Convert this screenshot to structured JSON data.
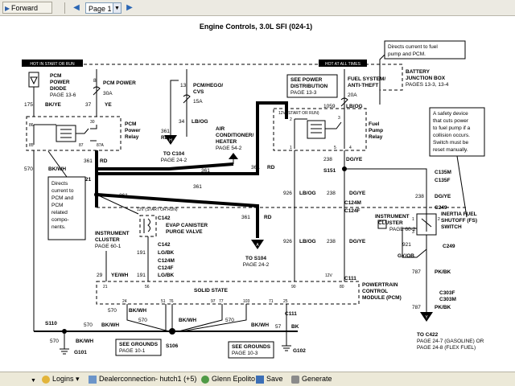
{
  "toolbar": {
    "forward_label": "Forward",
    "page_value": "Page 1"
  },
  "diagram": {
    "title": "Engine Controls, 3.0L SFI (024-1)",
    "hot_run": "HOT IN START OR RUN",
    "hot_all": "HOT AT ALL TIMES",
    "pcm_diode": [
      "PCM",
      "POWER",
      "DIODE",
      "PAGE 13-6"
    ],
    "pcm_power": "PCM POWER",
    "a30": "30A",
    "pcm_hego": [
      "PCM/HEGO/",
      "CVS"
    ],
    "a15": "15A",
    "see_power": [
      "SEE POWER",
      "DISTRIBUTION",
      "PAGE 13-3"
    ],
    "fuel_system": [
      "FUEL SYSTEM/",
      "ANTI-THEFT"
    ],
    "a20": "20A",
    "bjb": [
      "BATTERY",
      "JUNCTION BOX",
      "PAGES 13-3, 13-4"
    ],
    "callout_fuel": [
      "Directs current to fuel",
      "pump and PCM."
    ],
    "callout_safety": [
      "A safety device",
      "that cuts power",
      "to fuel pump if a",
      "collision occurs.",
      "Switch must be",
      "reset manually."
    ],
    "callout_pcm": [
      "Directs",
      "current to",
      "PCM and",
      "PCM",
      "related",
      "compo-",
      "nents."
    ],
    "pcm_relay": [
      "PCM",
      "Power",
      "Relay"
    ],
    "fuel_relay": [
      "Fuel",
      "Pump",
      "Relay"
    ],
    "start_run": "12V (START OR RUN)",
    "ac": [
      "AIR",
      "CONDITIONER/",
      "HEATER",
      "PAGE 54-2"
    ],
    "to_c104": [
      "TO C104",
      "PAGE 24-2"
    ],
    "to_s104": [
      "TO S104",
      "PAGE 24-2"
    ],
    "to_c422": [
      "TO C422",
      "PAGE 24-7 (GASOLINE) OR",
      "PAGE 24-8 (FLEX FUEL)"
    ],
    "evap": [
      "EVAP CANISTER",
      "PURGE VALVE"
    ],
    "ic1": [
      "INSTRUMENT",
      "CLUSTER",
      "PAGE 60-1"
    ],
    "ic2": [
      "INSTRUMENT",
      "CLUSTER",
      "PAGE 60-2"
    ],
    "inertia": [
      "INERTIA FUEL",
      "SHUTOFF (FS)",
      "SWITCH"
    ],
    "pcm_label": [
      "POWERTRAIN",
      "CONTROL",
      "MODULE (PCM)"
    ],
    "solid_state": "SOLID STATE",
    "see_grounds_1": [
      "SEE GROUNDS",
      "PAGE 10-1"
    ],
    "see_grounds_2": [
      "SEE GROUNDS",
      "PAGE 10-3"
    ],
    "conn": {
      "c142a": "C142",
      "c142b": "C142",
      "c124m": "C124M",
      "c124f": "C124F",
      "c124m2": "C124M",
      "c124f2": "C124F",
      "c135m": "C135M",
      "c135f": "C135F",
      "c249a": "C249",
      "c249b": "C249",
      "c303f": "C303F",
      "c303m": "C303M",
      "c111a": "C111",
      "c111b": "C111"
    },
    "splice": {
      "s121": "S121",
      "s151": "S151",
      "s110": "S110",
      "s106": "S106"
    },
    "grounds": {
      "g101": "G101",
      "g102": "G102"
    },
    "wires": {
      "w175": "175",
      "bkye1": "BK/YE",
      "w8": "8",
      "w37": "37",
      "ye": "YE",
      "w13": "13",
      "w34": "34",
      "lbog1": "LB/OG",
      "w361a": "361",
      "rd1": "RD",
      "w361b": "361",
      "rd2": "RD",
      "w361c": "361",
      "w361d": "361",
      "rd3": "RD",
      "w361e": "361",
      "w1059": "1059",
      "lbog2": "LB/OG",
      "w238a": "238",
      "dgye1": "DG/YE",
      "w926a": "926",
      "lbog3": "LB/OG",
      "w238b": "238",
      "dgye2": "DG/YE",
      "w238c": "238",
      "dgye3": "DG/YE",
      "w238d": "238",
      "dgye4": "DG/YE",
      "w361f": "361",
      "rd4": "RD",
      "w361g": "361",
      "rd5": "RD",
      "w926b": "926",
      "lbog4": "LB/OG",
      "w238e": "238",
      "dgye5": "DG/YE",
      "w570a": "570",
      "bkwh1": "BK/WH",
      "w191a": "191",
      "lgbk": "LG/BK",
      "w191b": "191",
      "lgbk2": "LG/BK",
      "w29": "29",
      "yewh": "YE/WH",
      "w921": "921",
      "gyob": "GY/OB",
      "w787a": "787",
      "pkbk1": "PK/BK",
      "w787b": "787",
      "pkbk2": "PK/BK",
      "w570b": "570",
      "bkwh2": "BK/WH",
      "w570c": "570",
      "bkwh3": "BK/WH",
      "w570d": "570",
      "bkwh4": "BK/WH",
      "w570e": "570",
      "bkwh5": "BK/WH",
      "w57": "57",
      "bk": "BK",
      "w570f": "570",
      "bkwh6": "BK/WH"
    },
    "pins": {
      "p86a": "86",
      "p30a": "30",
      "p85a": "85",
      "p87a": "87",
      "p87aa": "87A",
      "p2": "2",
      "p3": "3",
      "p1": "1",
      "p5": "5",
      "p4": "4",
      "pin1": "1",
      "pin2": "2",
      "pin3": "3",
      "p97": "97",
      "p71": "71",
      "p24": "24",
      "p51": "51",
      "p76": "76",
      "p77": "77",
      "p103": "103",
      "p25": "25",
      "p90": "90",
      "p80": "80",
      "p56": "56",
      "p21": "21",
      "v12": "12V"
    }
  },
  "bottombar": {
    "logins": "Logins",
    "dealer": "Dealerconnection- hutch1 (+5)",
    "glenn": "Glenn Epolito",
    "save": "Save",
    "generate": "Generate"
  }
}
